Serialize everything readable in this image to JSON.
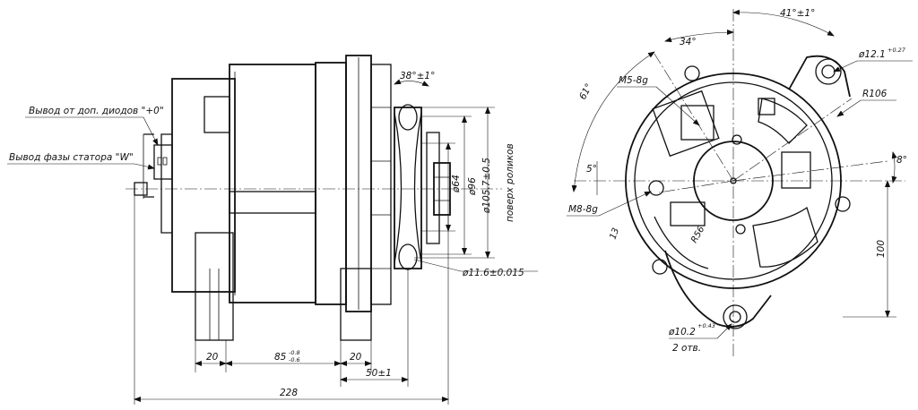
{
  "side_view": {
    "label_diode_output": "Вывод от доп. диодов \"+0\"",
    "label_phase_output": "Вывод фазы статора \"W\"",
    "dim_angle_38": "38°±1°",
    "dim_dia_64": "ø64",
    "dim_dia_96": "ø96",
    "dim_dia_105": "ø105.7±0.5",
    "dim_rollers_note": "поверх роликов",
    "dim_dia_11": "ø11.6±0.015",
    "dim_20_left": "20",
    "dim_85": "85",
    "dim_85_tol_upper": "-0.8",
    "dim_85_tol_lower": "-0.6",
    "dim_20_right": "20",
    "dim_50": "50±1",
    "dim_228": "228"
  },
  "front_view": {
    "dim_angle_41": "41°±1°",
    "dim_angle_34": "34°",
    "dim_angle_61": "61°",
    "dim_angle_5": "5°",
    "dim_angle_8": "8°",
    "thread_m5": "M5-8g",
    "thread_m8": "M8-8g",
    "dim_dia_12": "ø12.1",
    "dim_dia_12_tol": "+0.27",
    "dim_r106": "R106",
    "dim_r56": "R56",
    "dim_13": "13",
    "dim_100": "100",
    "dim_dia_10": "ø10.2",
    "dim_dia_10_tol": "+0.43",
    "holes_count": "2 отв."
  }
}
